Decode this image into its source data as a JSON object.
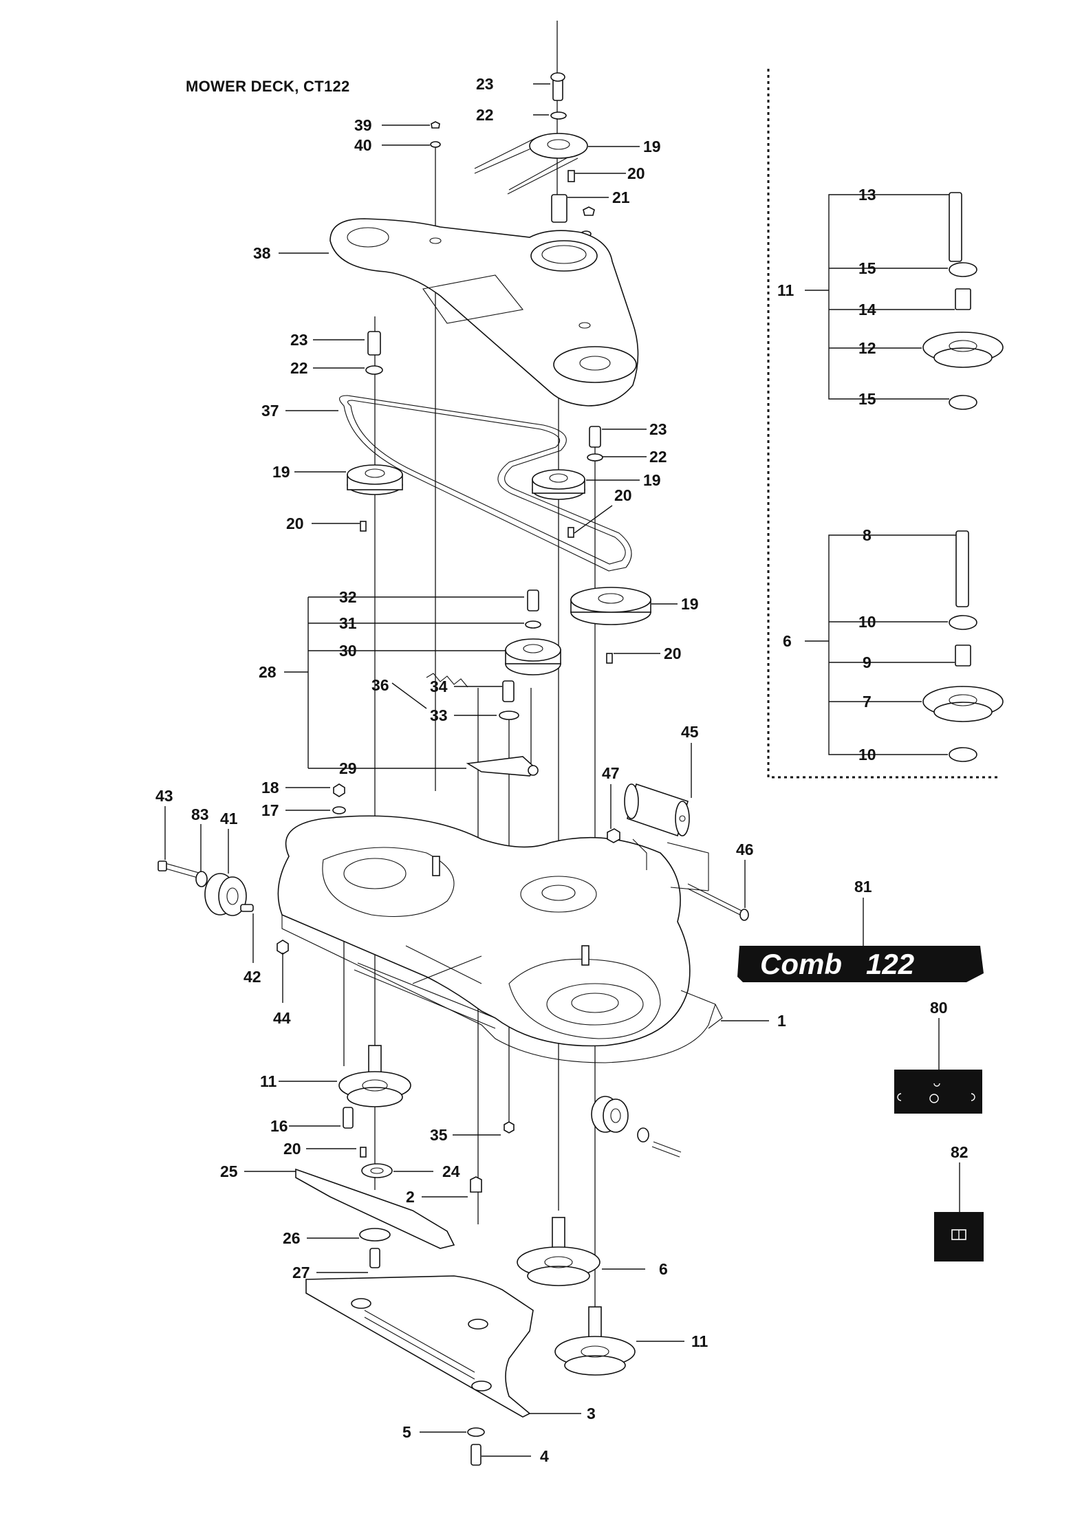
{
  "title": "MOWER DECK, CT122",
  "decal_text": "Comb   122",
  "colors": {
    "ink": "#111111",
    "paper": "#ffffff",
    "decal": "#111111"
  },
  "labels": {
    "l23a": "23",
    "l22a": "22",
    "l39": "39",
    "l40": "40",
    "l19a": "19",
    "l20a": "20",
    "l21": "21",
    "l38": "38",
    "l23b": "23",
    "l22b": "22",
    "l37": "37",
    "l23c": "23",
    "l22c": "22",
    "l19b": "19",
    "l19c": "19",
    "l20b": "20",
    "l20c": "20",
    "l32": "32",
    "l31": "31",
    "l30": "30",
    "l28": "28",
    "l19d": "19",
    "l20d": "20",
    "l34": "34",
    "l33": "33",
    "l36": "36",
    "l29": "29",
    "l18": "18",
    "l17": "17",
    "l43": "43",
    "l83": "83",
    "l41": "41",
    "l47": "47",
    "l45": "45",
    "l46": "46",
    "l42": "42",
    "l44": "44",
    "l1": "1",
    "l11a": "11",
    "l16": "16",
    "l20e": "20",
    "l35": "35",
    "l25": "25",
    "l24": "24",
    "l2": "2",
    "l26": "26",
    "l27": "27",
    "l6a": "6",
    "l11b": "11",
    "l3": "3",
    "l5": "5",
    "l4": "4",
    "l81": "81",
    "l80": "80",
    "l82": "82",
    "r13": "13",
    "r11": "11",
    "r15a": "15",
    "r14": "14",
    "r12": "12",
    "r15b": "15",
    "r8": "8",
    "r6": "6",
    "r10a": "10",
    "r9": "9",
    "r7": "7",
    "r10b": "10"
  }
}
